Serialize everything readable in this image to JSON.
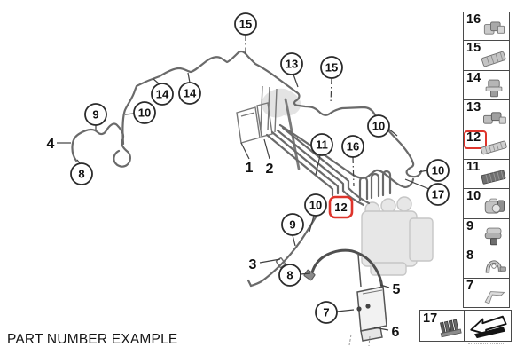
{
  "caption": "PART NUMBER EXAMPLE",
  "colors": {
    "highlight_red": "#de342b",
    "line_gray": "#6a6a6a",
    "ghost_gray": "#e7e7e7",
    "border_gray": "#4a4a4a"
  },
  "diagram": {
    "circles": [
      {
        "label": "15"
      },
      {
        "label": "13"
      },
      {
        "label": "15"
      },
      {
        "label": "14"
      },
      {
        "label": "14"
      },
      {
        "label": "9"
      },
      {
        "label": "10"
      },
      {
        "label": "10"
      },
      {
        "label": "11"
      },
      {
        "label": "16"
      },
      {
        "label": "8"
      },
      {
        "label": "10"
      },
      {
        "label": "17"
      },
      {
        "label": "10"
      },
      {
        "label": "9"
      },
      {
        "label": "8"
      },
      {
        "label": "7"
      }
    ],
    "plain_labels": [
      {
        "label": "4"
      },
      {
        "label": "1"
      },
      {
        "label": "2"
      },
      {
        "label": "3"
      },
      {
        "label": "5"
      },
      {
        "label": "6"
      }
    ],
    "highlight": {
      "label": "12"
    }
  },
  "sidebar": {
    "items": [
      {
        "label": "16",
        "icon": "clip-block-icon",
        "highlighted": false
      },
      {
        "label": "15",
        "icon": "rail-clip-icon",
        "highlighted": false
      },
      {
        "label": "14",
        "icon": "bracket-clip-icon",
        "highlighted": false
      },
      {
        "label": "13",
        "icon": "double-clip-icon",
        "highlighted": false
      },
      {
        "label": "12",
        "icon": "long-rail-clip-icon",
        "highlighted": true
      },
      {
        "label": "11",
        "icon": "dark-rail-clip-icon",
        "highlighted": false
      },
      {
        "label": "10",
        "icon": "barrel-clip-icon",
        "highlighted": false
      },
      {
        "label": "9",
        "icon": "stack-clip-icon",
        "highlighted": false
      },
      {
        "label": "8",
        "icon": "saddle-clip-icon",
        "highlighted": false
      },
      {
        "label": "7",
        "icon": "u-bracket-icon",
        "highlighted": false
      }
    ],
    "footer": {
      "ref": {
        "label": "17",
        "icon": "comb-clip-icon"
      },
      "arrow_icon": "back-arrow-icon"
    }
  }
}
